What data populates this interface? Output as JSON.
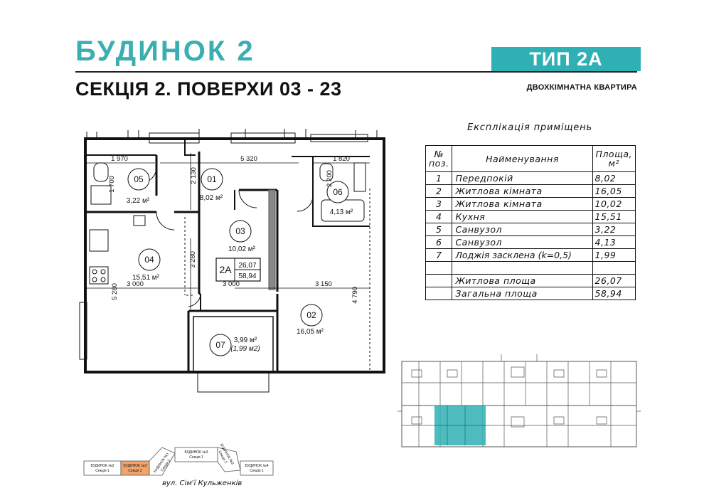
{
  "header": {
    "building": "БУДИНОК 2",
    "section_floors": "СЕКЦІЯ 2. ПОВЕРХИ 03 - 23",
    "type": "ТИП 2А",
    "apartment_desc": "ДВОХКІМНАТНА КВАРТИРА"
  },
  "colors": {
    "accent": "#3aaeb1",
    "highlight": "#2fb0b4",
    "section_highlight": "#f2a36c"
  },
  "explication": {
    "title": "Експлікація приміщень",
    "headers": {
      "num": "№ поз.",
      "name": "Найменування",
      "area": "Площа, м²"
    },
    "rows": [
      {
        "num": "1",
        "name": "Передпокій",
        "area": "8,02"
      },
      {
        "num": "2",
        "name": "Житлова кімната",
        "area": "16,05"
      },
      {
        "num": "3",
        "name": "Житлова кімната",
        "area": "10,02"
      },
      {
        "num": "4",
        "name": "Кухня",
        "area": "15,51"
      },
      {
        "num": "5",
        "name": "Санвузол",
        "area": "3,22"
      },
      {
        "num": "6",
        "name": "Санвузол",
        "area": "4,13"
      },
      {
        "num": "7",
        "name": "Лоджія засклена (k=0,5)",
        "area": "1,99"
      }
    ],
    "totals": [
      {
        "name": "Житлова площа",
        "area": "26,07"
      },
      {
        "name": "Загальна площа",
        "area": "58,94"
      }
    ]
  },
  "plan": {
    "rooms": [
      {
        "code": "01",
        "area": "8,02 м²"
      },
      {
        "code": "02",
        "area": "16,05 м²"
      },
      {
        "code": "03",
        "area": "10,02 м²"
      },
      {
        "code": "04",
        "area": "15,51 м²"
      },
      {
        "code": "05",
        "area": "3,22 м²"
      },
      {
        "code": "06",
        "area": "4,13 м²"
      },
      {
        "code": "07",
        "area": "3,99 м²",
        "area_alt": "(1,99 м2)"
      }
    ],
    "dimensions": {
      "d1970": "1 970",
      "d5320": "5 320",
      "d1820": "1 820",
      "d2130": "2 130",
      "d1700": "1 700",
      "d2200": "2 200",
      "d3280": "3 280",
      "d3000a": "3 000",
      "d3000b": "3 000",
      "d3150": "3 150",
      "d5280": "5 280",
      "d4790": "4 790"
    },
    "label": {
      "type": "2А",
      "living": "26,07",
      "total": "58,94"
    }
  },
  "key_plan": {
    "buildings": [
      {
        "name": "БУДИНОК №2",
        "section": "Секція 1"
      },
      {
        "name": "БУДИНОК №2",
        "section": "Секція 2"
      },
      {
        "name": "БУДИНОК №1",
        "section": "Секція 3"
      },
      {
        "name": "БУДИНОК №3",
        "section": "Секція 1"
      },
      {
        "name": "БУДИНОК №3",
        "section": "Секція 2"
      },
      {
        "name": "БУДИНОК №4",
        "section": "Секція 1"
      }
    ],
    "street": "вул. Сім'ї Кульженків"
  }
}
